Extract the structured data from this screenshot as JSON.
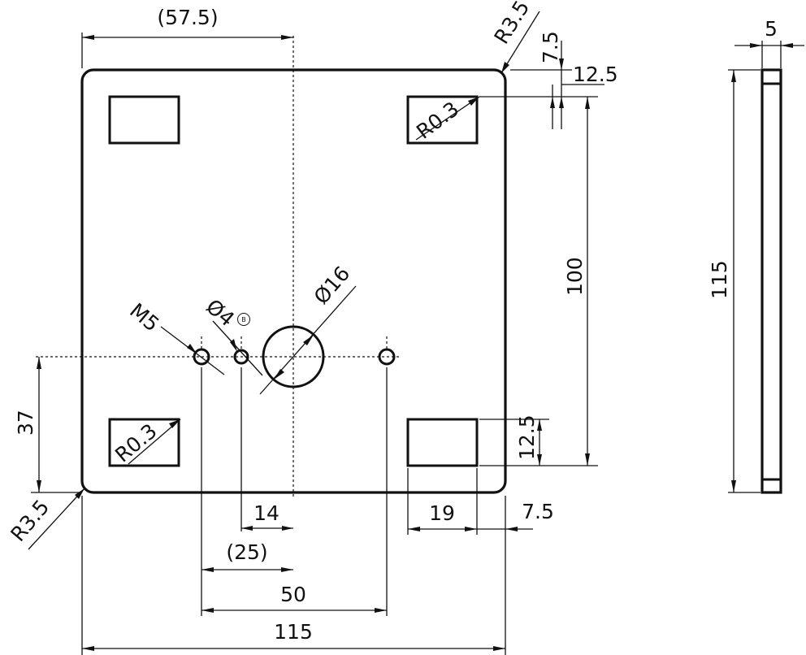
{
  "front_view": {
    "top_width_ref": "(57.5)",
    "corner_radius_top": "R3.5",
    "corner_radius_bottom": "R3.5",
    "pocket_radius_top": "R0.3",
    "pocket_radius_bottom": "R0.3",
    "top_offset_small": "7.5",
    "top_offset": "12.5",
    "height_between": "100",
    "thread_label": "M5",
    "hole_label": "Ø4",
    "hole_note": "B",
    "center_hole_label": "Ø16",
    "hole_height": "37",
    "pocket_height": "12.5",
    "dim_14": "14",
    "dim_25": "(25)",
    "dim_50": "50",
    "dim_115": "115",
    "pocket_width": "19",
    "pocket_edge": "7.5"
  },
  "side_view": {
    "thickness": "5",
    "height": "115"
  }
}
